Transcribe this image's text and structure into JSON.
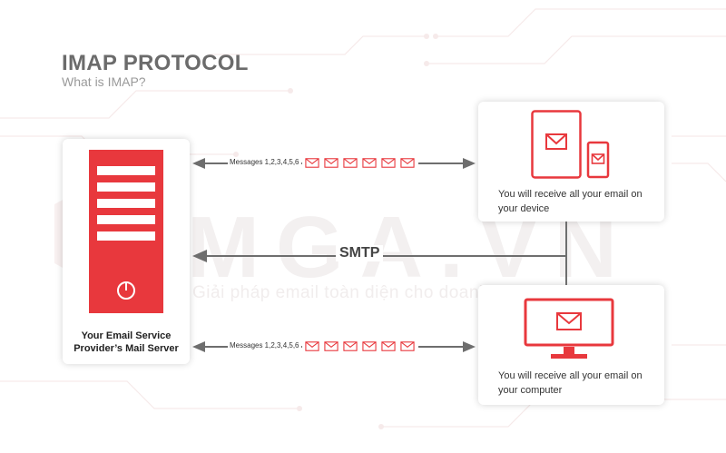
{
  "title": "IMAP PROTOCOL",
  "subtitle": "What is IMAP?",
  "watermark": {
    "brand": "MGA.VN",
    "tagline": "Giải pháp email toàn diện cho doanh nghiệp"
  },
  "server": {
    "label_line1": "Your Email Service",
    "label_line2": "Provider’s Mail Server"
  },
  "device_card": {
    "text": "You will receive all your email on your device"
  },
  "computer_card": {
    "text": "You will receive all your email on your computer"
  },
  "connections": {
    "top_messages": "Messages 1,2,3,4,5,6",
    "bottom_messages": "Messages 1,2,3,4,5,6",
    "middle_label": "SMTP"
  },
  "colors": {
    "accent": "#e8383d",
    "arrow": "#6e6e6e",
    "title": "#6b6b6b"
  }
}
